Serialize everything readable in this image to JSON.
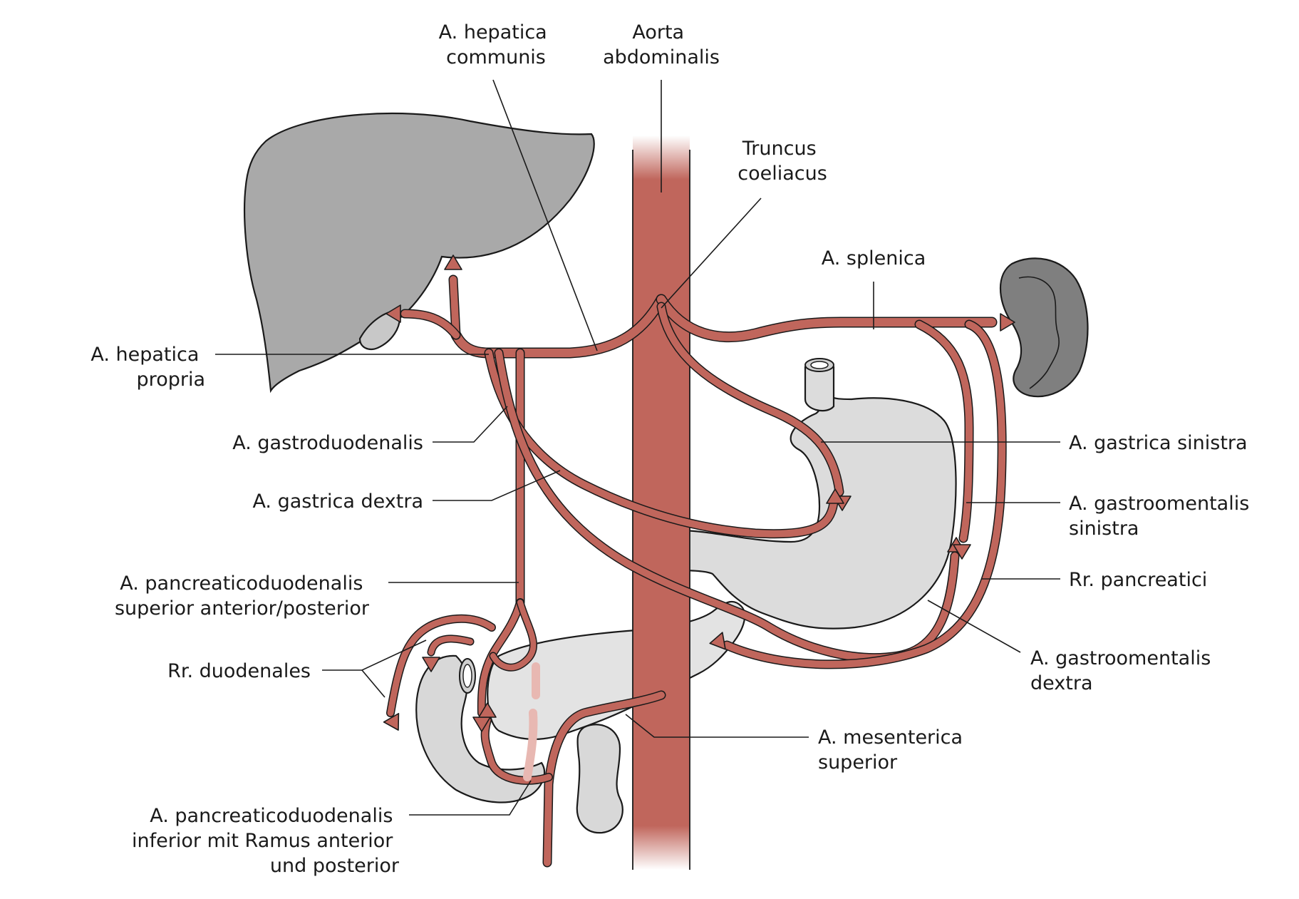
{
  "colors": {
    "artery": "#c0665c",
    "artery_outline": "#1a1a1a",
    "liver": "#a9a9a9",
    "spleen": "#7f7f7f",
    "stomach": "#dcdcdc",
    "pancreas": "#e3e3e3",
    "duodenum": "#d8d8d8",
    "background": "#ffffff"
  },
  "labels": {
    "hepatica_communis": [
      "A. hepatica",
      "communis"
    ],
    "aorta_abdominalis": [
      "Aorta",
      "abdominalis"
    ],
    "truncus_coeliacus": [
      "Truncus",
      "coeliacus"
    ],
    "splenica": [
      "A. splenica"
    ],
    "hepatica_propria": [
      "A. hepatica",
      "propria"
    ],
    "gastroduodenalis": [
      "A. gastroduodenalis"
    ],
    "gastrica_sinistra": [
      "A. gastrica sinistra"
    ],
    "gastrica_dextra": [
      "A. gastrica dextra"
    ],
    "gastroomentalis_sinistra": [
      "A. gastroomentalis",
      "sinistra"
    ],
    "pancreaticoduodenalis_superior": [
      "A. pancreaticoduodenalis",
      "superior anterior/posterior"
    ],
    "pancreatici": [
      "Rr. pancreatici"
    ],
    "duodenales": [
      "Rr. duodenales"
    ],
    "gastroomentalis_dextra": [
      "A. gastroomentalis",
      "dextra"
    ],
    "mesenterica_superior": [
      "A. mesenterica",
      "superior"
    ],
    "pancreaticoduodenalis_inferior": [
      "A. pancreaticoduodenalis",
      "inferior mit Ramus anterior",
      "und posterior"
    ]
  }
}
